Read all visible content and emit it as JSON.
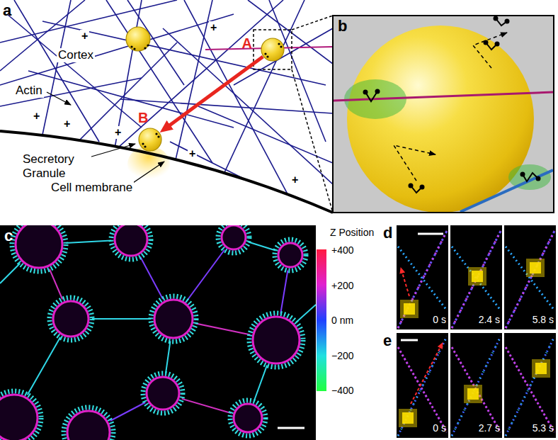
{
  "diagram": {
    "nodes": [
      {
        "text": [
          "A"
        ]
      },
      {
        "text": [
          "B"
        ]
      }
    ],
    "edges": [
      {
        "from": 0,
        "to": 1,
        "arrow": "to"
      }
    ],
    "labels": [
      "a",
      "b",
      "c",
      "d",
      "e",
      "Cortex",
      "Actin",
      "Secretory Granule",
      "Cell membrane",
      "+",
      "+",
      "+",
      "+",
      "+",
      "+",
      "+",
      "Z Position",
      "+400",
      "+200",
      "0 nm",
      "−200",
      "−400",
      "0 s",
      "2.4 s",
      "5.8 s",
      "0 s",
      "2.7 s",
      "5.3 s"
    ]
  }
}
